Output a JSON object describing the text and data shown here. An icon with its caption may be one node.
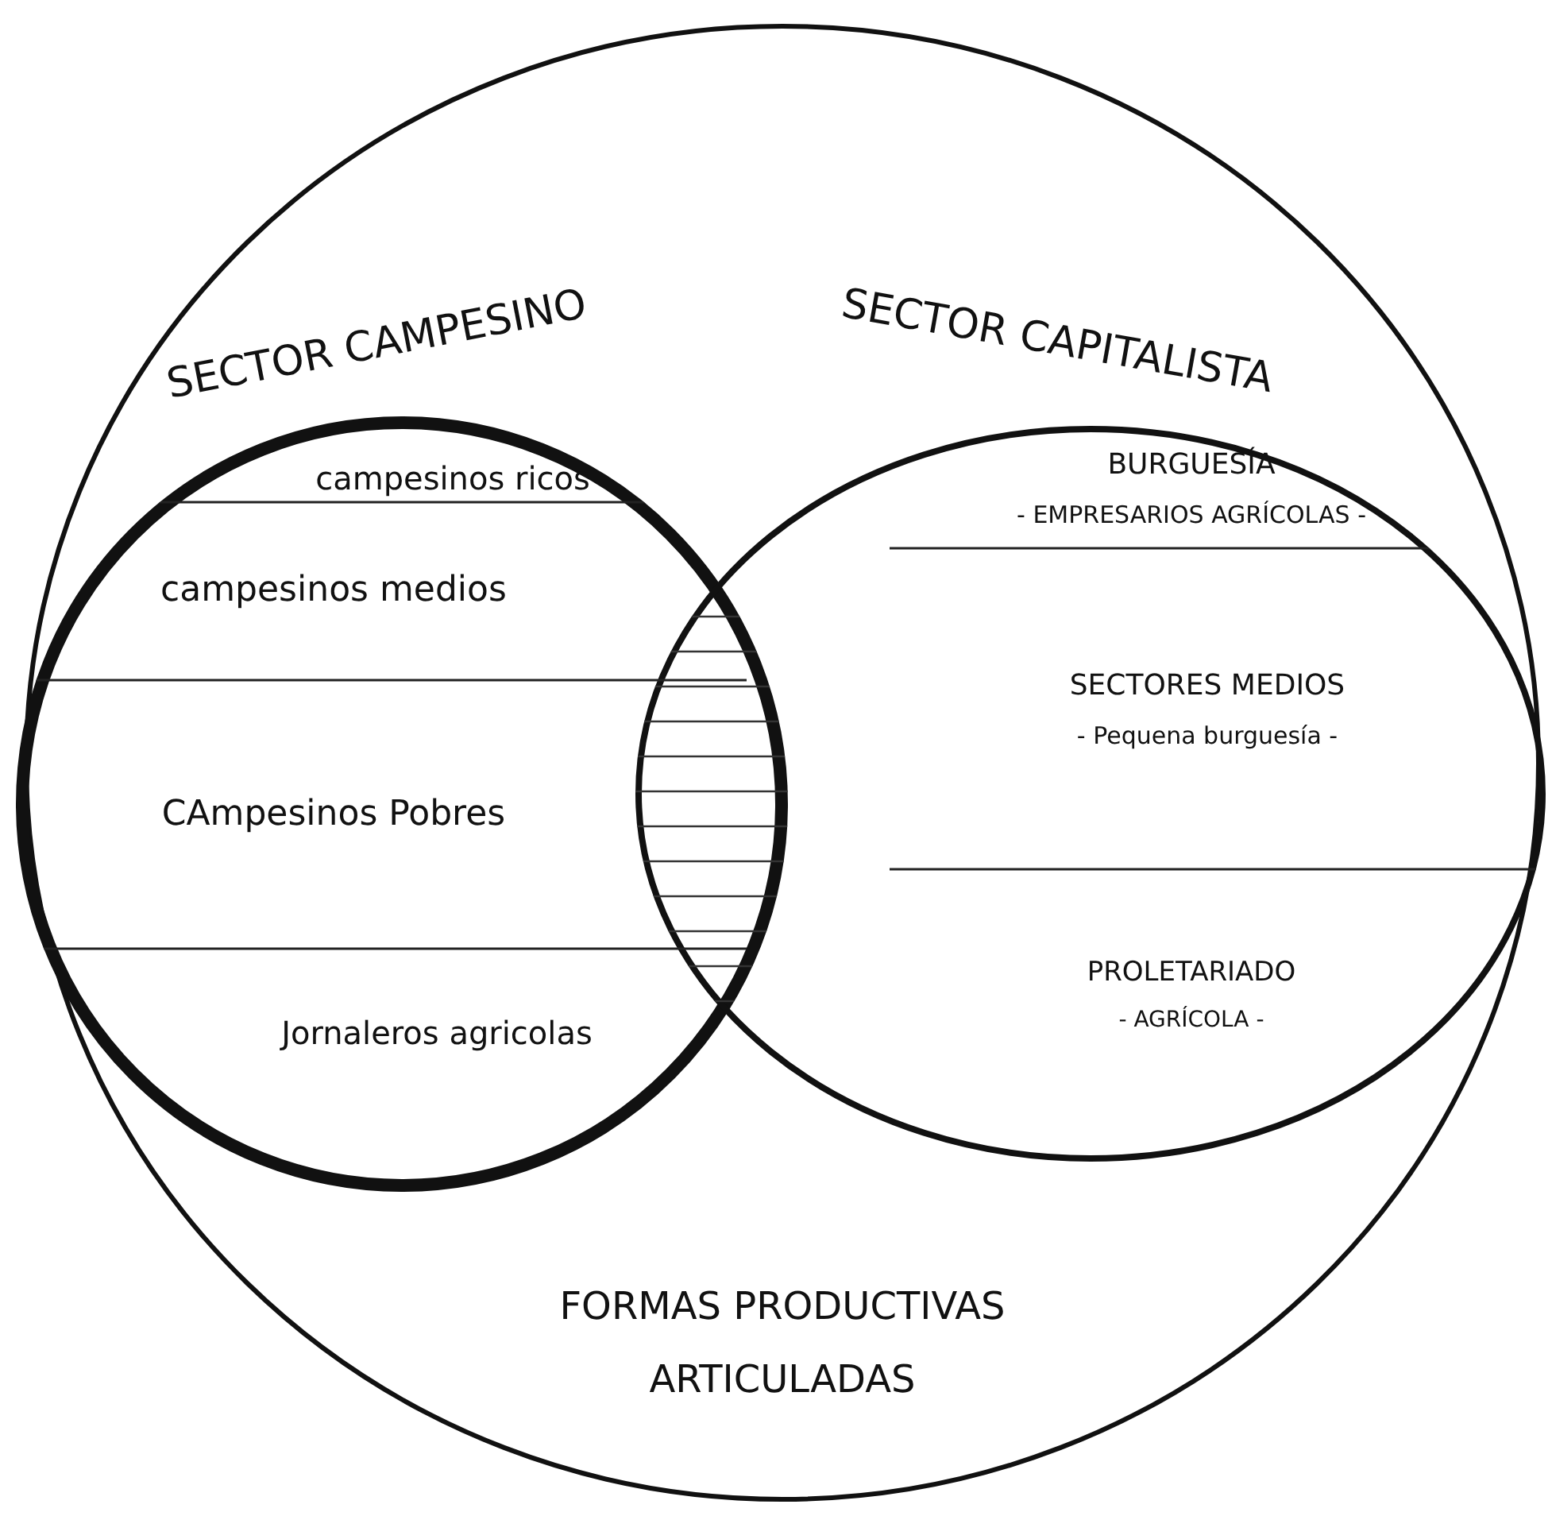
{
  "diagram": {
    "nodes": [
      {
        "text": [
          "FORMAS PRODUCTIVAS ARTICULADAS"
        ]
      },
      {
        "text": [
          "SECTOR CAMPESINO"
        ],
        "in": 0
      },
      {
        "text": [
          "campesinos ricos"
        ],
        "in": 1
      },
      {
        "text": [
          "campesinos medios"
        ],
        "in": 1
      },
      {
        "text": [
          "CAmpesinos Pobres"
        ],
        "in": 1
      },
      {
        "text": [
          "Jornaleros agricolas"
        ],
        "in": 1
      },
      {
        "text": [
          "SECTOR CAPITALISTA"
        ],
        "in": 0
      },
      {
        "text": [
          "BURGUESÍA",
          "- EMPRESARIOS AGRÍCOLAS -"
        ],
        "in": 6
      },
      {
        "text": [
          "SECTORES MEDIOS",
          "- Pequena burguesía -"
        ],
        "in": 6
      },
      {
        "text": [
          "PROLETARIADO",
          "- AGRÍCOLA -"
        ],
        "in": 6
      }
    ],
    "edges": []
  }
}
